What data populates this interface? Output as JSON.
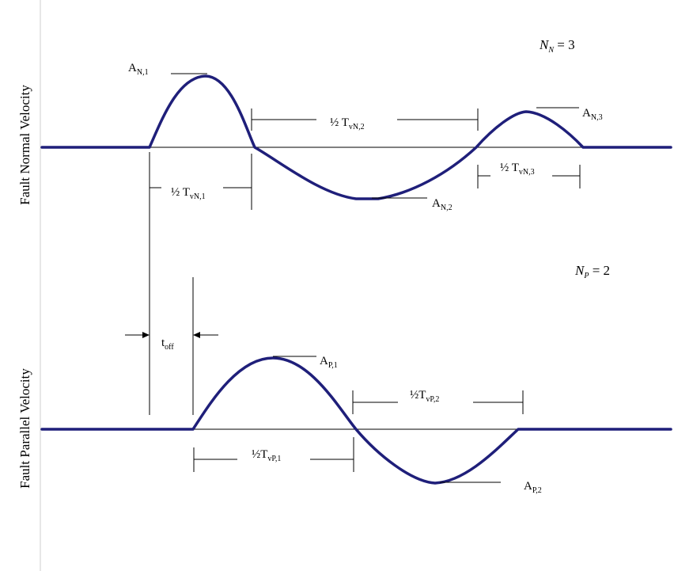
{
  "axes": {
    "normal_label": "Fault Normal Velocity",
    "parallel_label": "Fault Parallel Velocity"
  },
  "normal": {
    "count_symbol": "N",
    "count_sub": "N",
    "count_rest": " = 3",
    "amplitudes": [
      {
        "main": "A",
        "sub": "N,1"
      },
      {
        "main": "A",
        "sub": "N,2"
      },
      {
        "main": "A",
        "sub": "N,3"
      }
    ],
    "half_periods": [
      {
        "main": "½ T",
        "sub": "vN,1"
      },
      {
        "main": "½ T",
        "sub": "vN,2"
      },
      {
        "main": "½ T",
        "sub": "vN,3"
      }
    ]
  },
  "parallel": {
    "count_symbol": "N",
    "count_sub": "P",
    "count_rest": " = 2",
    "amplitudes": [
      {
        "main": "A",
        "sub": "P,1"
      },
      {
        "main": "A",
        "sub": "P,2"
      }
    ],
    "half_periods": [
      {
        "main": "½T",
        "sub": "vP,1"
      },
      {
        "main": "½T",
        "sub": "vP,2"
      }
    ]
  },
  "offset": {
    "main": "t",
    "sub": "off"
  },
  "colors": {
    "wave": "#1f1f7a",
    "guide": "#000000"
  }
}
